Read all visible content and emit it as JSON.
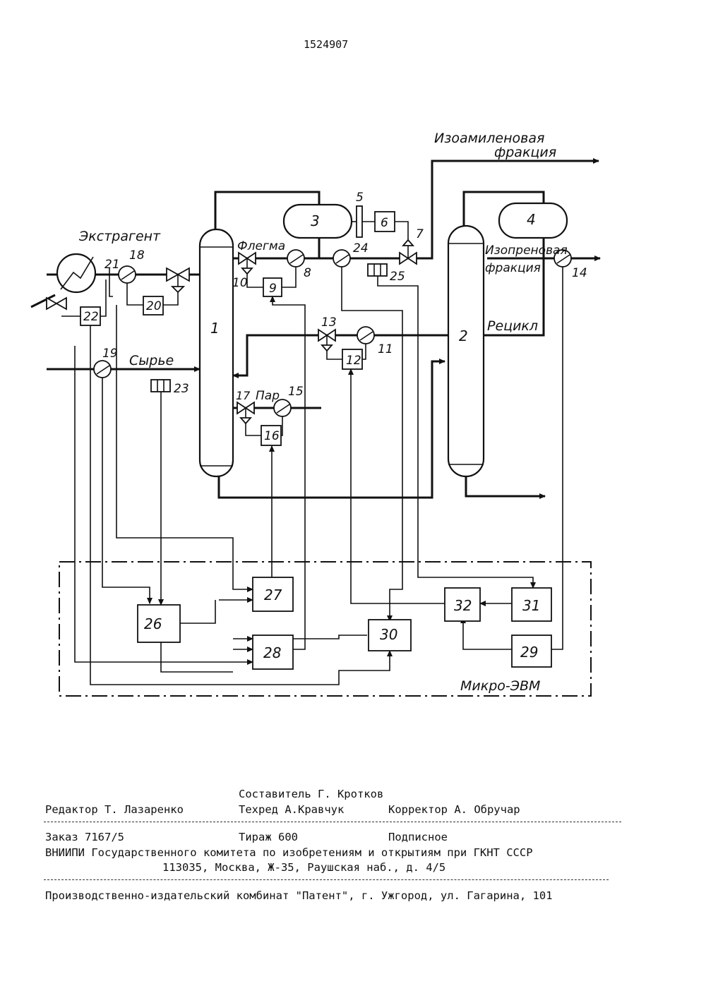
{
  "patent_number": "1524907",
  "diagram": {
    "labels": {
      "isoamylene_1": "Изоамиленовая",
      "isoamylene_2": "фракция",
      "extractant": "Экстрагент",
      "reflux": "Флегма",
      "isoprene_1": "Изопреновая",
      "isoprene_2": "фракция",
      "recycle": "Рецикл",
      "feed": "Сырье",
      "steam": "Пар",
      "microcomputer": "Микро-ЭВМ"
    },
    "numbers": {
      "n1": "1",
      "n2": "2",
      "n3": "3",
      "n4": "4",
      "n5": "5",
      "n6": "6",
      "n7": "7",
      "n8": "8",
      "n9": "9",
      "n10": "10",
      "n11": "11",
      "n12": "12",
      "n13": "13",
      "n14": "14",
      "n15": "15",
      "n16": "16",
      "n17": "17",
      "n18": "18",
      "n19": "19",
      "n20": "20",
      "n21": "21",
      "n22": "22",
      "n23": "23",
      "n24": "24",
      "n25": "25",
      "n26": "26",
      "n27": "27",
      "n28": "28",
      "n29": "29",
      "n30": "30",
      "n31": "31",
      "n32": "32"
    }
  },
  "imprint": {
    "compiler": "Составитель Г. Кротков",
    "editor": "Редактор Т. Лазаренко",
    "techred": "Техред А.Кравчук",
    "corrector": "Корректор А. Обручар",
    "order": "Заказ 7167/5",
    "circulation": "Тираж 600",
    "subscription": "Подписное",
    "institute": "ВНИИПИ Государственного комитета по изобретениям и открытиям при ГКНТ СССР",
    "address": "113035, Москва, Ж-35, Раушская наб., д. 4/5",
    "printer": "Производственно-издательский комбинат \"Патент\", г. Ужгород, ул. Гагарина, 101"
  }
}
